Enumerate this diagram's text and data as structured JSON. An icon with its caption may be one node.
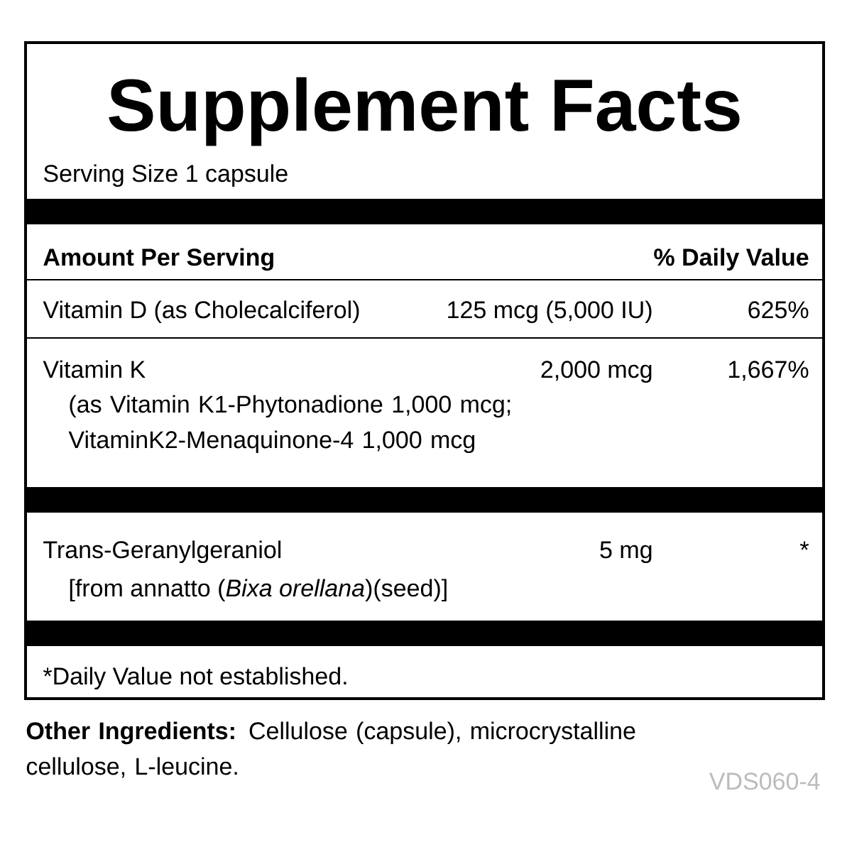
{
  "diagram": {
    "title": "Supplement Facts",
    "labels": [
      "Serving Size 1 capsule",
      "Amount Per Serving",
      "% Daily Value",
      "Vitamin D (as Cholecalciferol)",
      "125 mcg (5,000 IU)",
      "625%",
      "Vitamin K",
      "2,000 mcg",
      "1,667%",
      "(as Vitamin K1-Phytonadione 1,000 mcg; VitaminK2-Menaquinone-4 1,000 mcg",
      "Trans-Geranylgeraniol",
      "5 mg",
      "*",
      "[from annatto (*Bixa orellana*)(seed)]",
      "*Daily Value not established.",
      "**Other Ingredients:** Cellulose (capsule), microcrystalline cellulose, L-leucine.",
      "VDS060-4"
    ]
  }
}
